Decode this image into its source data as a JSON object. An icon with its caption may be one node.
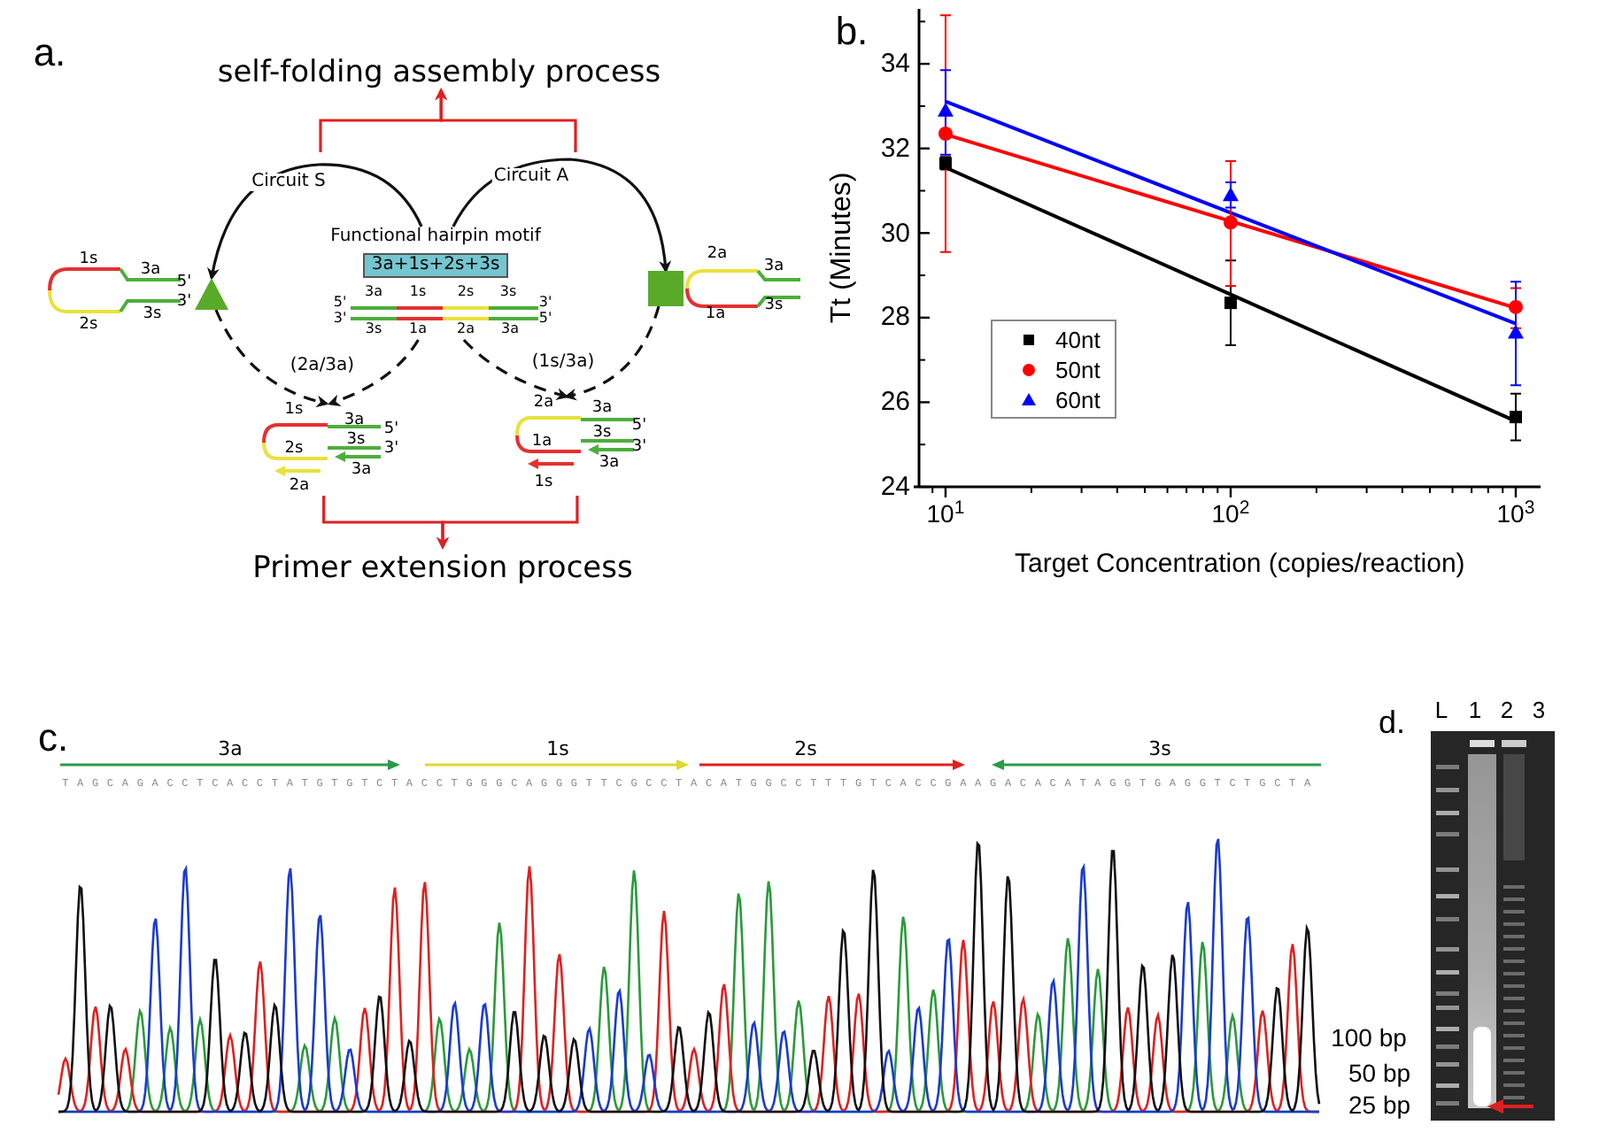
{
  "diagram": {
    "nodes": [
      {
        "text": [
          "self-folding assembly process"
        ]
      },
      {
        "text": [
          "Primer extension process"
        ]
      },
      {
        "text": [],
        "shape": "triangle"
      },
      {
        "text": [],
        "shape": "box"
      },
      {
        "text": [
          "Functional hairpin motif",
          "3a+1s+2s+3s"
        ]
      },
      {
        "text": [],
        "shape": "picture"
      },
      {
        "text": [],
        "shape": "picture"
      }
    ],
    "edges": [
      {
        "from": 4,
        "to": 2,
        "arrow": "to",
        "label": "Circuit S"
      },
      {
        "from": 4,
        "to": 3,
        "arrow": "to",
        "label": "Circuit A"
      },
      {
        "from": 2,
        "to": 5,
        "arrow": "to",
        "label": "(2a/3a)",
        "style": "dashed"
      },
      {
        "from": 4,
        "to": 5,
        "arrow": "to",
        "style": "dashed"
      },
      {
        "from": 3,
        "to": 6,
        "arrow": "to",
        "label": "(1s/3a)",
        "style": "dashed"
      },
      {
        "from": 4,
        "to": 6,
        "arrow": "to",
        "style": "dashed"
      },
      {
        "from": null,
        "to": 0,
        "arrow": "to",
        "color": "#e02020"
      },
      {
        "from": null,
        "to": 0,
        "arrow": "to",
        "color": "#e02020"
      },
      {
        "from": 5,
        "to": 1,
        "arrow": "to",
        "color": "#e02020"
      },
      {
        "from": 6,
        "to": 1,
        "arrow": "to",
        "color": "#e02020"
      }
    ],
    "labels": [
      "a.",
      "1s",
      "3a",
      "5'",
      "3'",
      "3s",
      "2s",
      "2a",
      "3a",
      "3s",
      "1a",
      "5'",
      "3a",
      "1s",
      "2s",
      "3s",
      "3'",
      "3'",
      "3s",
      "1a",
      "2a",
      "3a",
      "5'",
      "1s",
      "3a",
      "5'",
      "2s",
      "3s",
      "3'",
      "3a",
      "2a",
      "2a",
      "3a",
      "5'",
      "1a",
      "3s",
      "3'",
      "3a",
      "1s",
      "b.",
      "c.",
      "3a",
      "1s",
      "2s",
      "3s",
      "TAGCAGACCTCACCTATGTGTCTACCTGGGCAGGGTTCGCCTACATGGCCTTTGTCACCGAAGACACATAGGTGAGGTCTGCTA",
      "d.",
      "L",
      "1",
      "2",
      "3",
      "100 bp",
      "50 bp",
      "25 bp"
    ],
    "chart_data": {
      "type": "scatter",
      "xlabel": "Target Concentration (copies/reaction)",
      "ylabel": "Tt (Minutes)",
      "categories": [
        "10$^{1}$",
        "10$^{2}$",
        "10$^{3}$"
      ],
      "series": [
        {
          "name": "40nt",
          "color": "#000000",
          "values": [
            31.65,
            28.35,
            25.65
          ],
          "errors": [
            [
              31.5,
              31.8
            ],
            [
              27.35,
              29.35
            ],
            [
              25.1,
              26.2
            ]
          ]
        },
        {
          "name": "50nt",
          "color": "#ff0000",
          "values": [
            32.35,
            30.25,
            28.25
          ],
          "errors": [
            [
              29.55,
              35.15
            ],
            [
              28.75,
              31.7
            ],
            [
              27.75,
              28.7
            ]
          ]
        },
        {
          "name": "60nt",
          "color": "#0000ff",
          "values": [
            32.9,
            30.9,
            27.65
          ],
          "errors": [
            [
              31.85,
              33.85
            ],
            [
              30.6,
              31.2
            ],
            [
              26.4,
              28.85
            ]
          ]
        },
        {
          "type": "line",
          "color": "#000000",
          "values": [
            31.55,
            28.55,
            25.55
          ]
        },
        {
          "type": "line",
          "color": "#ff0000",
          "values": [
            32.33,
            30.28,
            28.23
          ]
        },
        {
          "type": "line",
          "color": "#0000ff",
          "values": [
            33.11,
            30.48,
            27.86
          ]
        }
      ],
      "ylim": [
        24,
        35.3
      ],
      "legend": true,
      "yticks": [
        24,
        26,
        28,
        30,
        32,
        34
      ]
    }
  }
}
